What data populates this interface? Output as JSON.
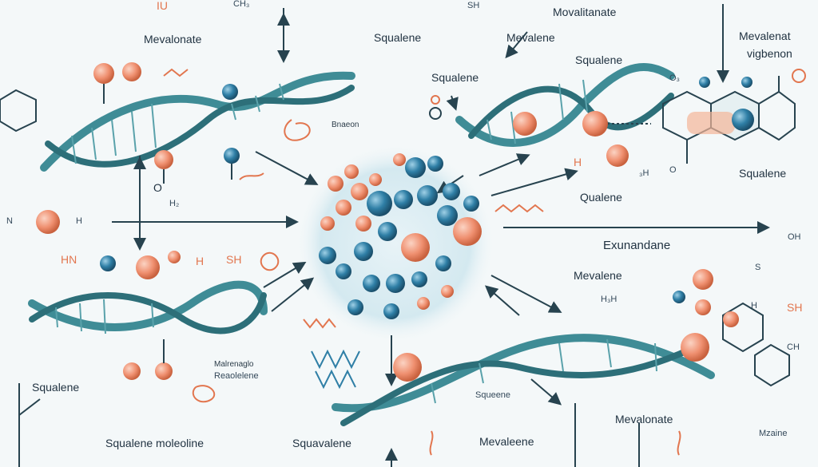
{
  "labels": {
    "top_ch3": "CH₃",
    "top_sh": "SH",
    "top_mevaltanate": "Movalitanate",
    "mevalonate_tl": "Mevalonate",
    "squalene_top": "Squalene",
    "mevalene_top": "Mevalene",
    "mevalenat_tr": "Mevalenat",
    "vigbenon_tr": "vigbenon",
    "squalene_mid_top": "Squalene",
    "squalene_mid_top2": "Squalene",
    "bnaeon": "Bnaeon",
    "squalene_right": "Squalene",
    "qualene": "Qualene",
    "h2_left": "H₂",
    "o_left": "O",
    "ni_left": "N",
    "h_left": "H",
    "squalene_left": "Squalene",
    "maleranglo": "Malrenaglo",
    "reaclelene": "Reaolelene",
    "squalene_molecline": "Squalene moleoline",
    "squavalene": "Squavalene",
    "mevaleene": "Mevaleene",
    "squeene": "Squeene",
    "mevalonate_bottom": "Mevalonate",
    "mzaine": "Mzaine",
    "exunandane": "Exunandane",
    "mevalene_right": "Mevalene",
    "heh": "H₃H",
    "sh_right": "SH",
    "h_right": "H",
    "ch_right": "CH",
    "s_right": "S",
    "oh_right": "OH",
    "h_a": "HN",
    "h_b": "H",
    "h_c": "SH",
    "h_d": "₃H",
    "h_e": "O₃",
    "h_f": "H",
    "h_g": "O"
  },
  "colors": {
    "helix": "#3f8c96",
    "helix_dark": "#2d6f79",
    "atom_orange": "#ef8f6f",
    "atom_blue": "#2f7fa6",
    "arrow": "#27434f",
    "accent": "#e2764f"
  }
}
